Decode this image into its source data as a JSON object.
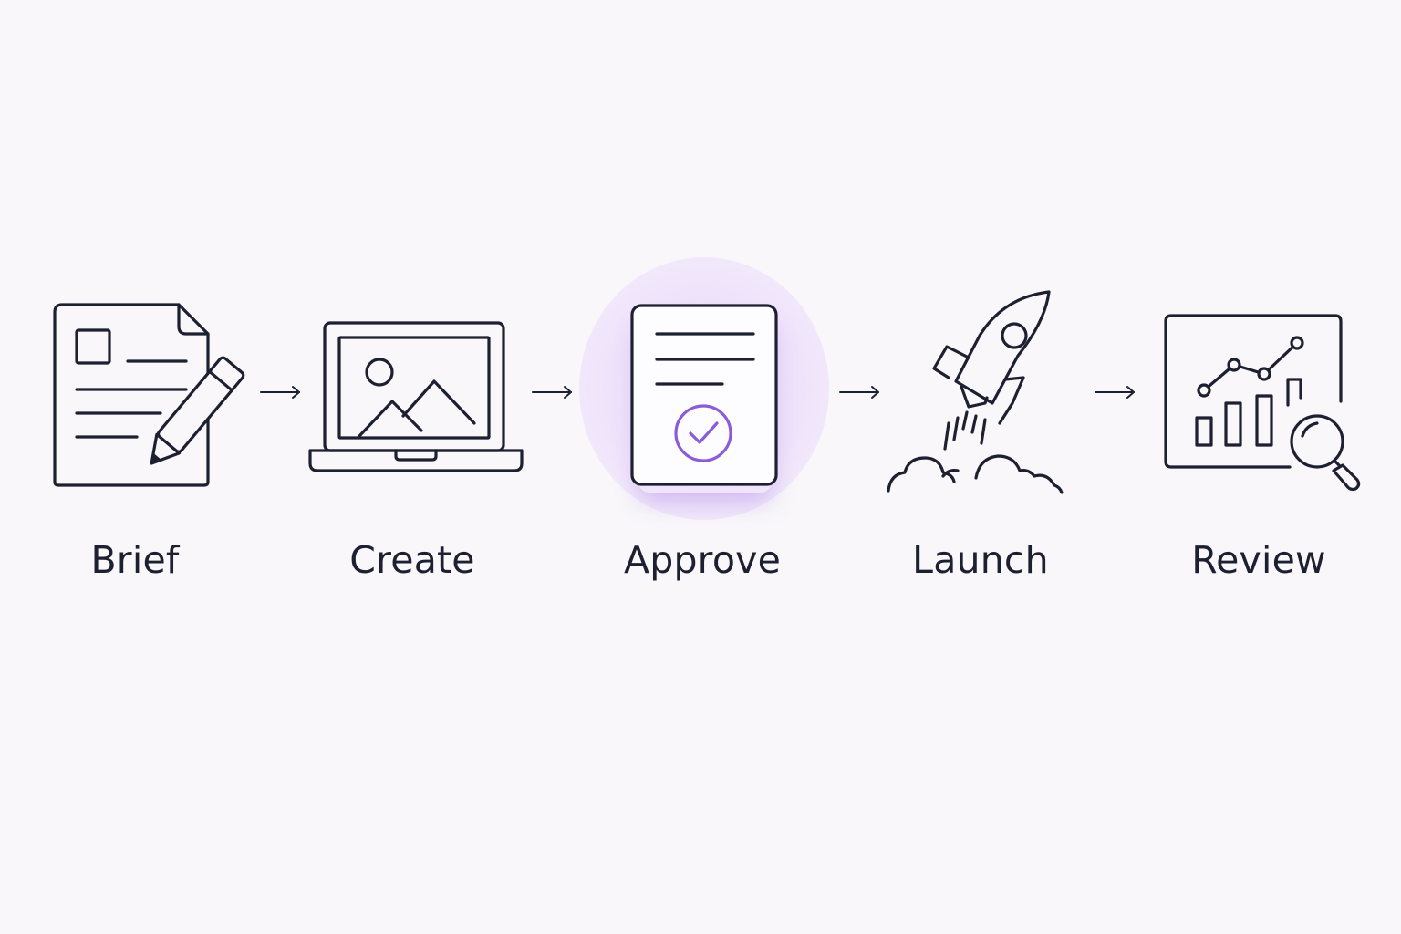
{
  "steps": [
    {
      "label": "Brief",
      "icon": "document-pencil-icon"
    },
    {
      "label": "Create",
      "icon": "laptop-image-icon"
    },
    {
      "label": "Approve",
      "icon": "document-check-icon",
      "highlighted": true
    },
    {
      "label": "Launch",
      "icon": "rocket-icon"
    },
    {
      "label": "Review",
      "icon": "chart-magnifier-icon"
    }
  ],
  "colors": {
    "background": "#f9f7fa",
    "line": "#1c2030",
    "accent": "#8a5cd8",
    "halo": "#ecdffa"
  }
}
